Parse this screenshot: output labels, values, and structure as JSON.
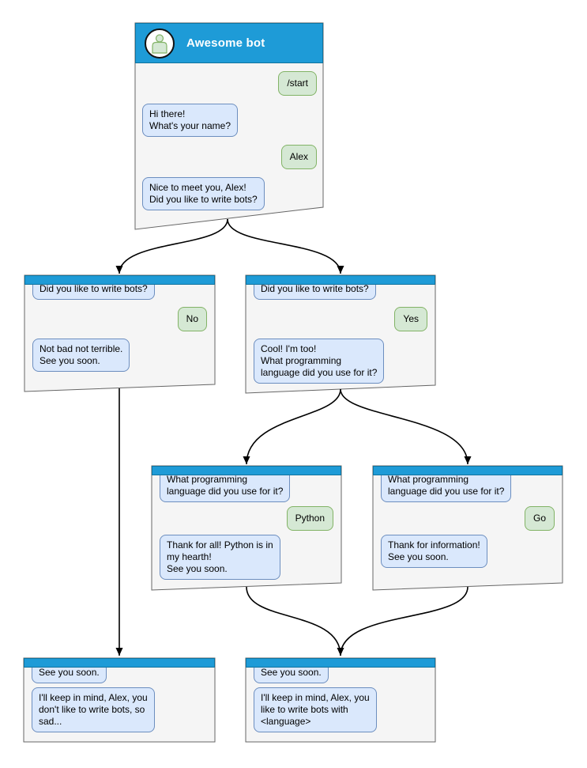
{
  "diagram": {
    "type": "chatbot-conversation-flowchart",
    "colors": {
      "titlebar_blue": "#1e9bd7",
      "titlebar_border": "#10739e",
      "window_fill": "#f5f5f5",
      "window_border": "#666666",
      "bot_bubble_fill": "#dae8fc",
      "bot_bubble_border": "#6c8ebf",
      "user_bubble_fill": "#d5e8d4",
      "user_bubble_border": "#82b366",
      "connector": "#000000",
      "title_text": "#ffffff"
    },
    "root": {
      "title": "Awesome bot",
      "messages": [
        {
          "from": "user",
          "text": "/start"
        },
        {
          "from": "bot",
          "text": "Hi there!\nWhat's your name?"
        },
        {
          "from": "user",
          "text": "Alex"
        },
        {
          "from": "bot",
          "text": "Nice to meet you, Alex!\nDid you like to write bots?"
        }
      ]
    },
    "branch_no": {
      "messages": [
        {
          "from": "bot",
          "text": "Did you like to write bots?"
        },
        {
          "from": "user",
          "text": "No"
        },
        {
          "from": "bot",
          "text": "Not bad not terrible.\nSee you soon."
        }
      ]
    },
    "branch_yes": {
      "messages": [
        {
          "from": "bot",
          "text": "Did you like to write bots?"
        },
        {
          "from": "user",
          "text": "Yes"
        },
        {
          "from": "bot",
          "text": "Cool! I'm too!\nWhat programming\nlanguage did you use for it?"
        }
      ]
    },
    "lang_python": {
      "messages": [
        {
          "from": "bot",
          "text": "What programming\nlanguage did you use for it?"
        },
        {
          "from": "user",
          "text": "Python"
        },
        {
          "from": "bot",
          "text": "Thank for all! Python is in\nmy hearth!\nSee you soon."
        }
      ]
    },
    "lang_go": {
      "messages": [
        {
          "from": "bot",
          "text": "What programming\nlanguage did you use for it?"
        },
        {
          "from": "user",
          "text": "Go"
        },
        {
          "from": "bot",
          "text": "Thank for information!\nSee you soon."
        }
      ]
    },
    "end_no": {
      "messages": [
        {
          "from": "bot",
          "text": "See you soon."
        },
        {
          "from": "bot",
          "text": "I'll keep in mind, Alex, you\ndon't like to write bots, so\nsad..."
        }
      ]
    },
    "end_yes": {
      "messages": [
        {
          "from": "bot",
          "text": "See you soon."
        },
        {
          "from": "bot",
          "text": "I'll keep in mind, Alex, you\nlike to write bots with\n<language>"
        }
      ]
    }
  }
}
